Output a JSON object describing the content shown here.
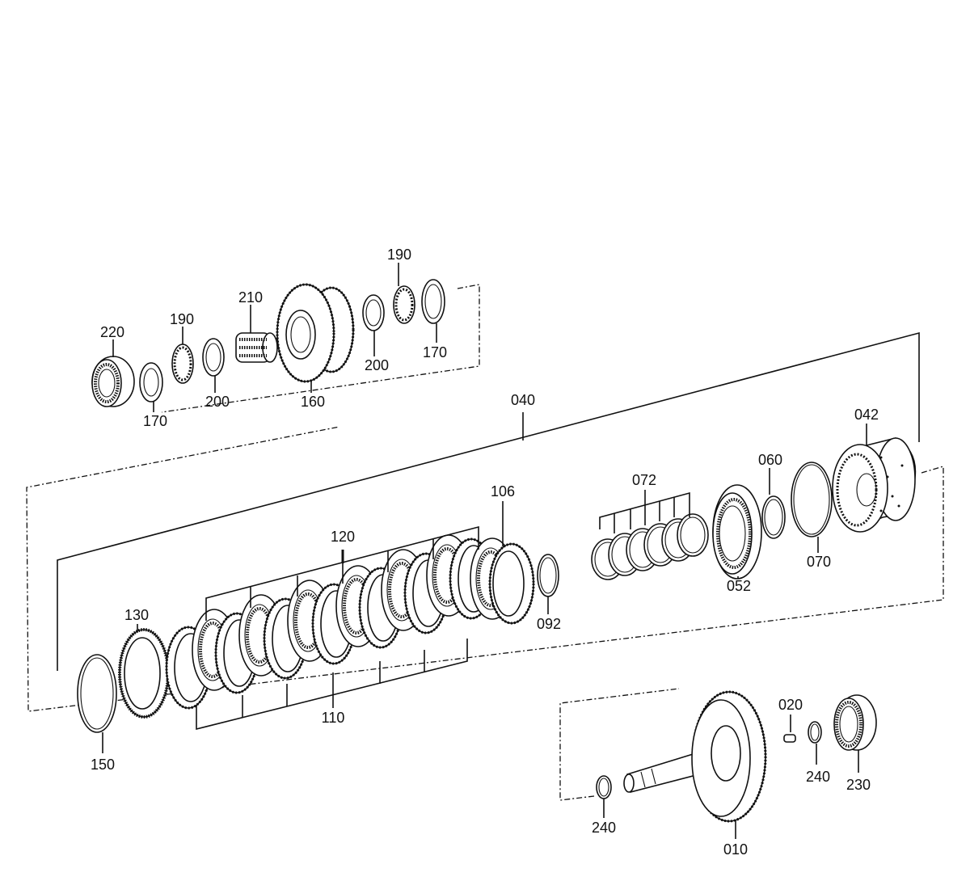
{
  "labels": {
    "p010": "010",
    "p020": "020",
    "p040": "040",
    "p042": "042",
    "p052": "052",
    "p060": "060",
    "p070": "070",
    "p072": "072",
    "p092": "092",
    "p106": "106",
    "p110": "110",
    "p120": "120",
    "p130": "130",
    "p150": "150",
    "p160": "160",
    "p170a": "170",
    "p170b": "170",
    "p190a": "190",
    "p190b": "190",
    "p200a": "200",
    "p200b": "200",
    "p210": "210",
    "p220": "220",
    "p230": "230",
    "p240a": "240",
    "p240b": "240"
  }
}
